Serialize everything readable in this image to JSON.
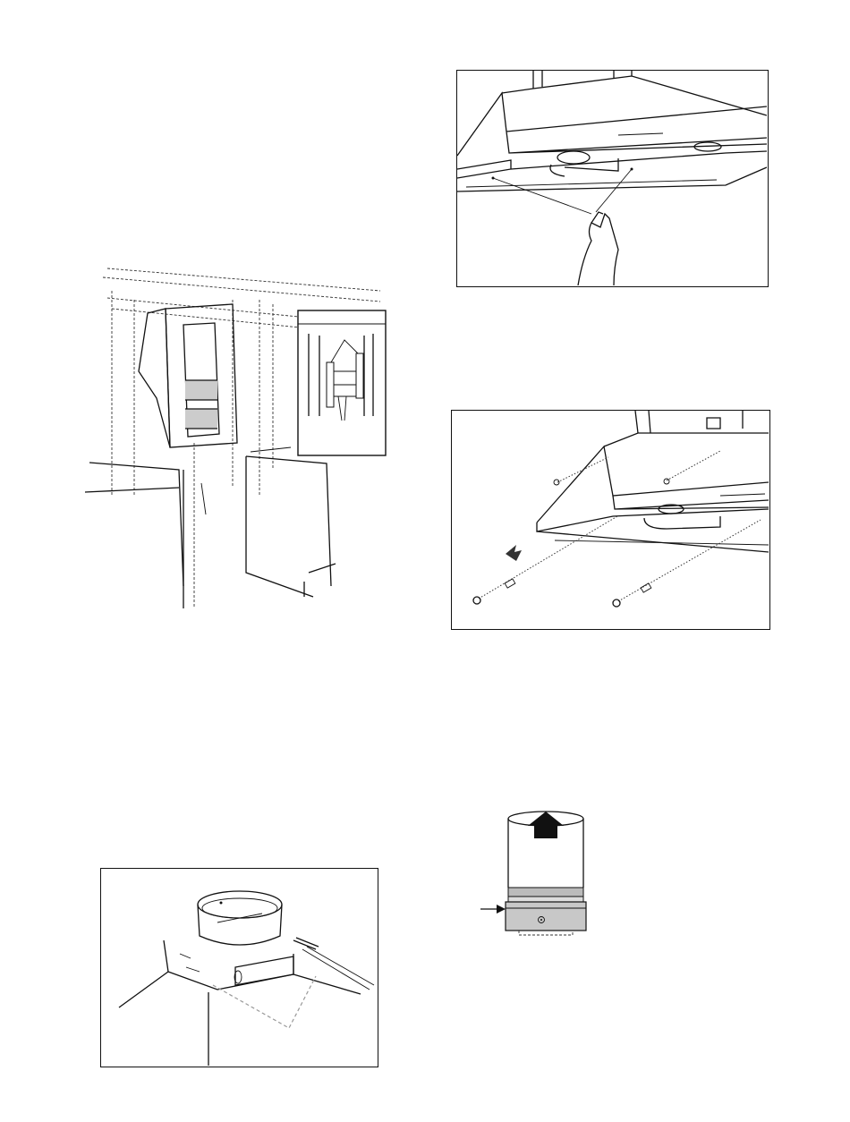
{
  "page": {
    "figures": [
      {
        "id": "cabinet-framing",
        "framed": false
      },
      {
        "id": "hood-marking",
        "framed": true
      },
      {
        "id": "hood-mounting",
        "framed": true
      },
      {
        "id": "damper-installation",
        "framed": true
      },
      {
        "id": "duct-connection",
        "framed": false
      }
    ]
  }
}
